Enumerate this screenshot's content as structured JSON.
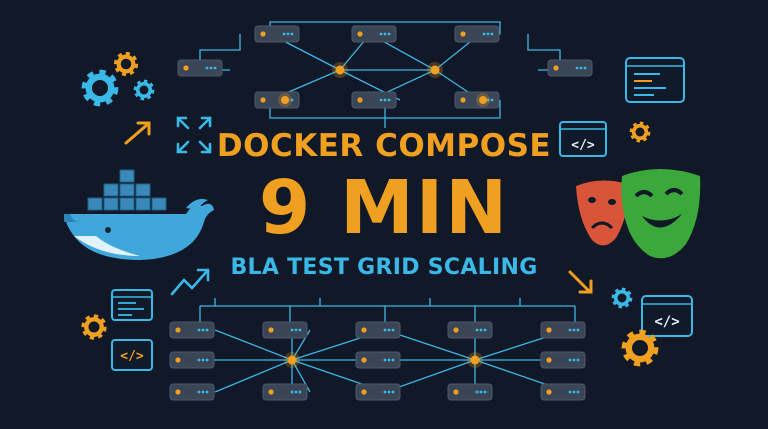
{
  "header": {
    "line1": "DOCKER COMPOSE",
    "line2": "9 MIN",
    "line3": "BLA TEST GRID SCALING"
  },
  "code_symbol": "</>",
  "colors": {
    "background": "#111827",
    "accent_orange": "#f0a020",
    "accent_blue": "#3ab8e8",
    "node_fill": "#3a4556",
    "mask_green": "#3aa83a",
    "mask_red": "#d9553a"
  },
  "icons": [
    "gear-icon",
    "docker-whale-icon",
    "code-window-icon",
    "expand-arrows-icon",
    "trend-arrow-icon",
    "theater-masks-icon",
    "server-node-icon"
  ]
}
